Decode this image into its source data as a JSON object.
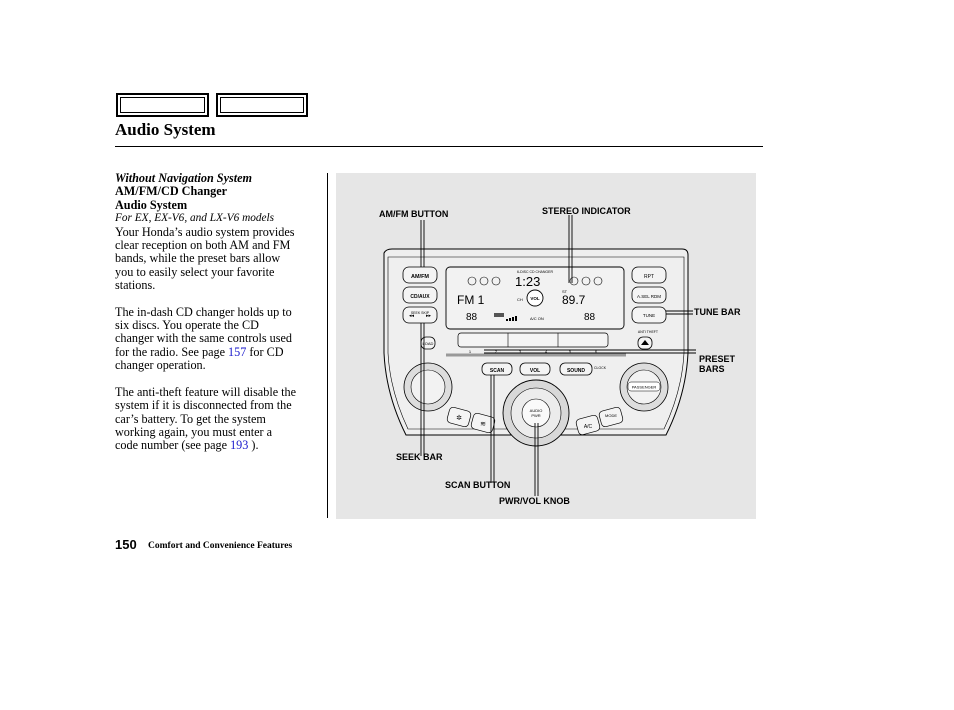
{
  "header": {
    "title": "Audio System"
  },
  "left_column": {
    "subtitle": "Without Navigation System",
    "heading_line1": "AM/FM/CD Changer",
    "heading_line2": "Audio System",
    "models_note": "For EX, EX-V6, and LX-V6 models",
    "p1_lines": [
      "Your Honda’s audio system provides",
      "clear reception on both AM and FM",
      "bands, while the preset bars allow",
      "you to easily select your favorite",
      "stations."
    ],
    "p2_lines": [
      "The in-dash CD changer holds up to",
      "six discs. You operate the CD",
      "changer with the same controls used"
    ],
    "p2_ref_prefix": "for the radio. See page ",
    "p2_ref_page": "157",
    "p2_ref_suffix": " for CD",
    "p2_last": "changer operation.",
    "p3_lines": [
      "The anti-theft feature will disable the",
      "system if it is disconnected from the",
      "car’s battery. To get the system",
      "working again, you must enter a"
    ],
    "p3_ref_prefix": "code number (see page ",
    "p3_ref_page": "193",
    "p3_ref_suffix": " )."
  },
  "figure": {
    "callouts": {
      "am_fm_button": "AM/FM BUTTON",
      "stereo_indicator": "STEREO INDICATOR",
      "tune_bar": "TUNE BAR",
      "preset_bars_1": "PRESET",
      "preset_bars_2": "BARS",
      "seek_bar": "SEEK BAR",
      "scan_button": "SCAN BUTTON",
      "pwr_vol_knob": "PWR/VOL KNOB"
    },
    "panel": {
      "am_fm": "AM/FM",
      "cd_aux": "CD/AUX",
      "seek_skip": "SEEK SKIP",
      "rpt": "RPT",
      "a_sel_rdm": "A.SEL RDM",
      "tune": "TUNE",
      "anti_theft": "ANTI THEFT",
      "load": "LOAD",
      "scan": "SCAN",
      "vol": "VOL",
      "sound": "SOUND",
      "clock": "CLOCK",
      "audio_pwr_1": "AUDIO",
      "audio_pwr_2": "PWR",
      "passenger": "PASSENGER",
      "a_c": "A/C",
      "mode": "MODE",
      "display_header": "6-DISC CD CHANGER",
      "display_time": "1:23",
      "display_band": "FM 1",
      "display_freq": "89.7",
      "display_seg": "88",
      "display_st": "ST",
      "display_ch": "CH",
      "display_vol": "VOL",
      "display_ac": "A/C ON",
      "preset_labels": [
        "1",
        "2",
        "3",
        "4",
        "5",
        "6"
      ]
    }
  },
  "footer": {
    "page_number": "150",
    "section": "Comfort and Convenience Features"
  }
}
